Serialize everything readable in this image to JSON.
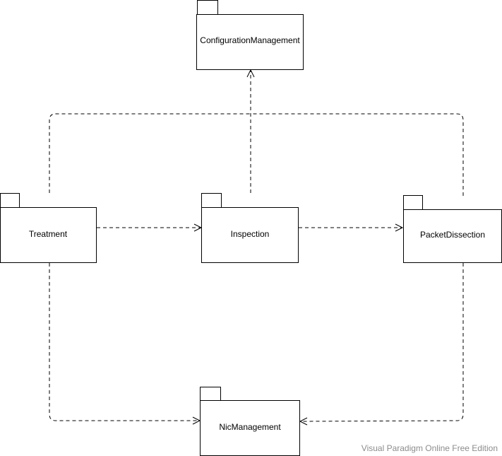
{
  "packages": {
    "configuration_management": "ConfigurationManagement",
    "treatment": "Treatment",
    "inspection": "Inspection",
    "packet_dissection": "PacketDissection",
    "nic_management": "NicManagement"
  },
  "dependencies": [
    {
      "from": "Treatment",
      "to": "ConfigurationManagement",
      "kind": "dependency"
    },
    {
      "from": "Inspection",
      "to": "ConfigurationManagement",
      "kind": "dependency"
    },
    {
      "from": "PacketDissection",
      "to": "ConfigurationManagement",
      "kind": "dependency"
    },
    {
      "from": "Treatment",
      "to": "Inspection",
      "kind": "dependency"
    },
    {
      "from": "Inspection",
      "to": "PacketDissection",
      "kind": "dependency"
    },
    {
      "from": "Treatment",
      "to": "NicManagement",
      "kind": "dependency"
    },
    {
      "from": "PacketDissection",
      "to": "NicManagement",
      "kind": "dependency"
    }
  ],
  "watermark": "Visual Paradigm Online Free Edition",
  "colors": {
    "line": "#000000",
    "fill": "#ffffff",
    "watermark": "#8c8c8c"
  }
}
